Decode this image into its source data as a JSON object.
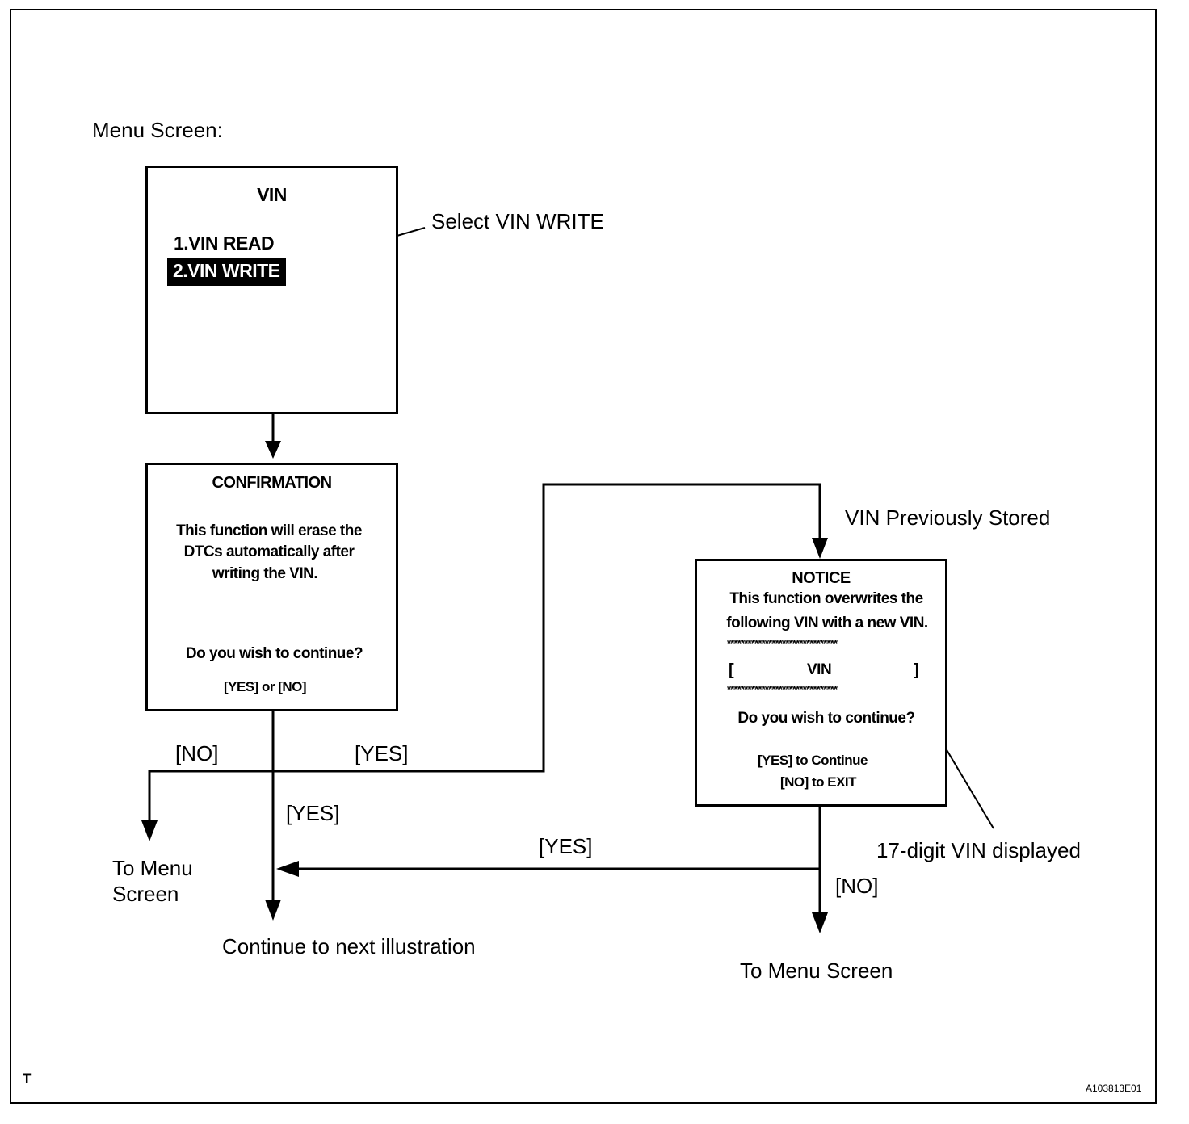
{
  "menu_screen_label": "Menu Screen:",
  "vin_menu": {
    "title": "VIN",
    "item1": "1.VIN READ",
    "item2": "2.VIN WRITE"
  },
  "select_callout": "Select VIN WRITE",
  "confirmation": {
    "title": "CONFIRMATION",
    "message_lines": [
      "This function will erase the",
      "DTCs automatically after",
      "writing the VIN."
    ],
    "question": "Do you wish to continue?",
    "options": "[YES] or [NO]"
  },
  "notice": {
    "title": "NOTICE",
    "line1": "This function overwrites the",
    "line2": "following VIN with a new VIN.",
    "stars": "********************************",
    "bracket_open": "[",
    "vin": "VIN",
    "bracket_close": "]",
    "question": "Do you wish to continue?",
    "yes_option": "[YES] to Continue",
    "no_option": "[NO] to EXIT"
  },
  "branch_labels": {
    "no_left": "[NO]",
    "yes_upper": "[YES]",
    "yes_down": "[YES]",
    "yes_bottom": "[YES]",
    "no_right": "[NO]"
  },
  "vin_previously_stored": "VIN Previously Stored",
  "vin_displayed_callout": "17-digit VIN displayed",
  "to_menu_left_line1": "To Menu",
  "to_menu_left_line2": "Screen",
  "continue_next": "Continue to next illustration",
  "to_menu_right": "To Menu Screen",
  "corner_mark": "T",
  "figure_id": "A103813E01"
}
